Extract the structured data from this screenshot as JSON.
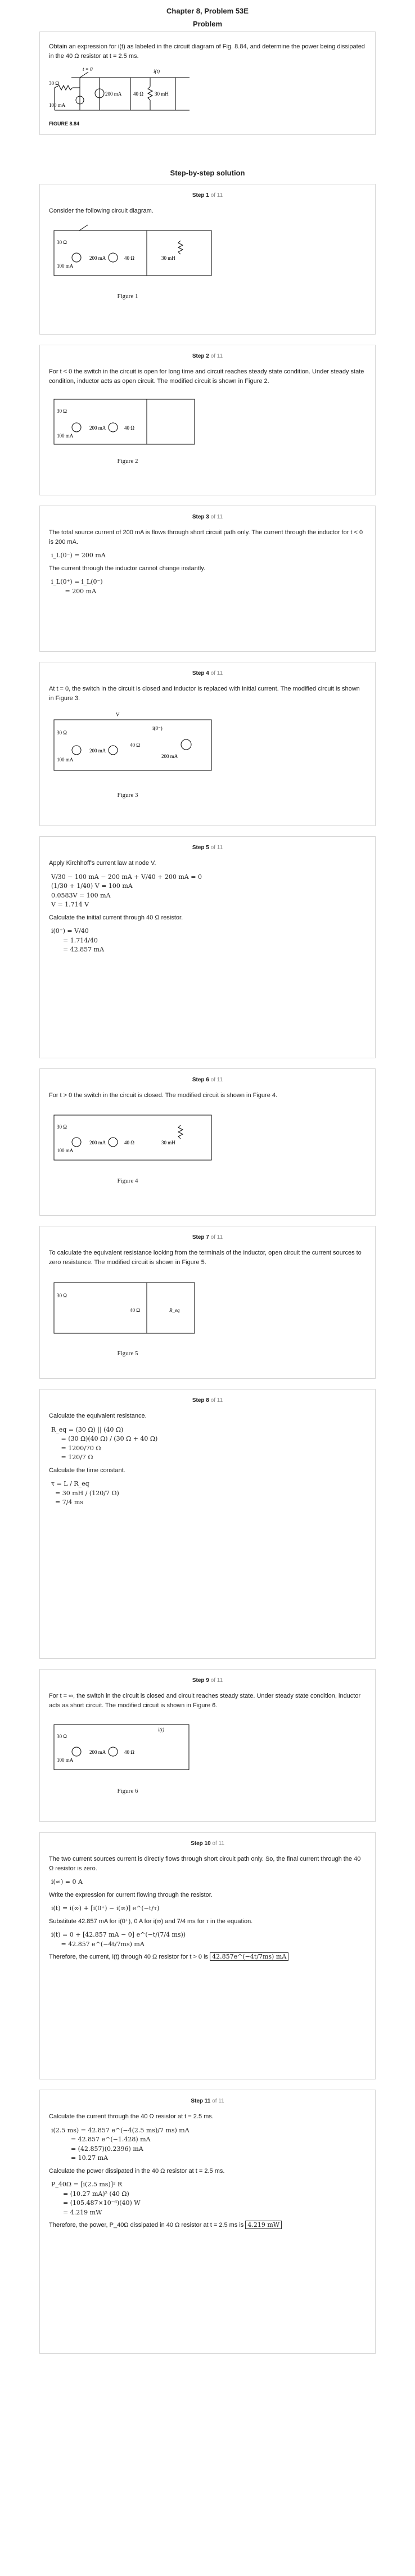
{
  "header": {
    "chapter": "Chapter 8, Problem 53E",
    "problem_label": "Problem"
  },
  "problem": {
    "text": "Obtain an expression for i(t) as labeled in the circuit diagram of Fig. 8.84, and determine the power being dissipated in the 40 Ω resistor at t = 2.5 ms.",
    "figure_label": "FIGURE 8.84"
  },
  "solution_title": "Step-by-step solution",
  "circuit_labels": {
    "r30": "30 Ω",
    "r40": "40 Ω",
    "i200": "200 mA",
    "i100": "100 mA",
    "ind": "30 mH",
    "t0": "t = 0",
    "it": "i(t)",
    "r_eq": "R_eq",
    "v": "V",
    "i0m": "i(0⁻)"
  },
  "steps": [
    {
      "num": "Step 1",
      "of": "of 11",
      "text": "Consider the following circuit diagram.",
      "fig": "Figure 1"
    },
    {
      "num": "Step 2",
      "of": "of 11",
      "text": "For t < 0 the switch in the circuit is open for long time and circuit reaches steady state condition. Under steady state condition, inductor acts as open circuit. The modified circuit is shown in Figure 2.",
      "fig": "Figure 2"
    },
    {
      "num": "Step 3",
      "of": "of 11",
      "text": "The total source current of 200 mA is flows through short circuit path only. The current through the inductor for t < 0 is 200 mA.",
      "eq1": "i_L(0⁻) = 200 mA",
      "text2": "The current through the inductor cannot change instantly.",
      "eq2": "i_L(0⁺) = i_L(0⁻)\n       = 200 mA"
    },
    {
      "num": "Step 4",
      "of": "of 11",
      "text": "At t = 0, the switch in the circuit is closed and inductor is replaced with initial current. The modified circuit is shown in Figure 3.",
      "fig": "Figure 3"
    },
    {
      "num": "Step 5",
      "of": "of 11",
      "text": "Apply Kirchhoff's current law at node V.",
      "eq1": "V/30 − 100 mA − 200 mA + V/40 + 200 mA = 0\n(1/30 + 1/40) V = 100 mA\n0.0583V = 100 mA\nV = 1.714 V",
      "text2": "Calculate the initial current through 40 Ω resistor.",
      "eq2": "i(0⁺) = V/40\n      = 1.714/40\n      = 42.857 mA"
    },
    {
      "num": "Step 6",
      "of": "of 11",
      "text": "For t > 0 the switch in the circuit is closed. The modified circuit is shown in Figure 4.",
      "fig": "Figure 4"
    },
    {
      "num": "Step 7",
      "of": "of 11",
      "text": "To calculate the equivalent resistance looking from the terminals of the inductor, open circuit the current sources to zero resistance. The modified circuit is shown in Figure 5.",
      "fig": "Figure 5"
    },
    {
      "num": "Step 8",
      "of": "of 11",
      "text": "Calculate the equivalent resistance.",
      "eq1": "R_eq = (30 Ω) || (40 Ω)\n     = (30 Ω)(40 Ω) / (30 Ω + 40 Ω)\n     = 1200/70 Ω\n     = 120/7 Ω",
      "text2": "Calculate the time constant.",
      "eq2": "τ = L / R_eq\n  = 30 mH / (120/7 Ω)\n  = 7/4 ms"
    },
    {
      "num": "Step 9",
      "of": "of 11",
      "text": "For t = ∞, the switch in the circuit is closed and circuit reaches steady state. Under steady state condition, inductor acts as short circuit. The modified circuit is shown in Figure 6.",
      "fig": "Figure 6"
    },
    {
      "num": "Step 10",
      "of": "of 11",
      "text": "The two current sources current is directly flows through short circuit path only. So, the final current through the 40 Ω resistor is zero.",
      "eq1": "i(∞) = 0 A",
      "text2": "Write the expression for current flowing through the resistor.",
      "eq2": "i(t) = i(∞) + [i(0⁺) − i(∞)] e^(−t/τ)",
      "text3": "Substitute 42.857 mA for i(0⁺), 0 A for i(∞) and 7/4 ms for τ in the equation.",
      "eq3": "i(t) = 0 + [42.857 mA − 0] e^(−t/(7/4 ms))\n     = 42.857 e^(−4t/7ms) mA",
      "text4": "Therefore, the current, i(t) through 40 Ω resistor for t > 0 is",
      "answer": "42.857e^(−4t/7ms) mA"
    },
    {
      "num": "Step 11",
      "of": "of 11",
      "text": "Calculate the current through the 40 Ω resistor at t = 2.5 ms.",
      "eq1": "i(2.5 ms) = 42.857 e^(−4(2.5 ms)/7 ms) mA\n          = 42.857 e^(−1.428) mA\n          = (42.857)(0.2396) mA\n          = 10.27 mA",
      "text2": "Calculate the power dissipated in the 40 Ω resistor at t = 2.5 ms.",
      "eq2": "P_40Ω = [i(2.5 ms)]² R\n      = (10.27 mA)² (40 Ω)\n      = (105.487×10⁻⁶)(40) W\n      = 4.219 mW",
      "text3": "Therefore, the power, P_40Ω dissipated in 40 Ω resistor at t = 2.5 ms is",
      "answer": "4.219 mW"
    }
  ]
}
